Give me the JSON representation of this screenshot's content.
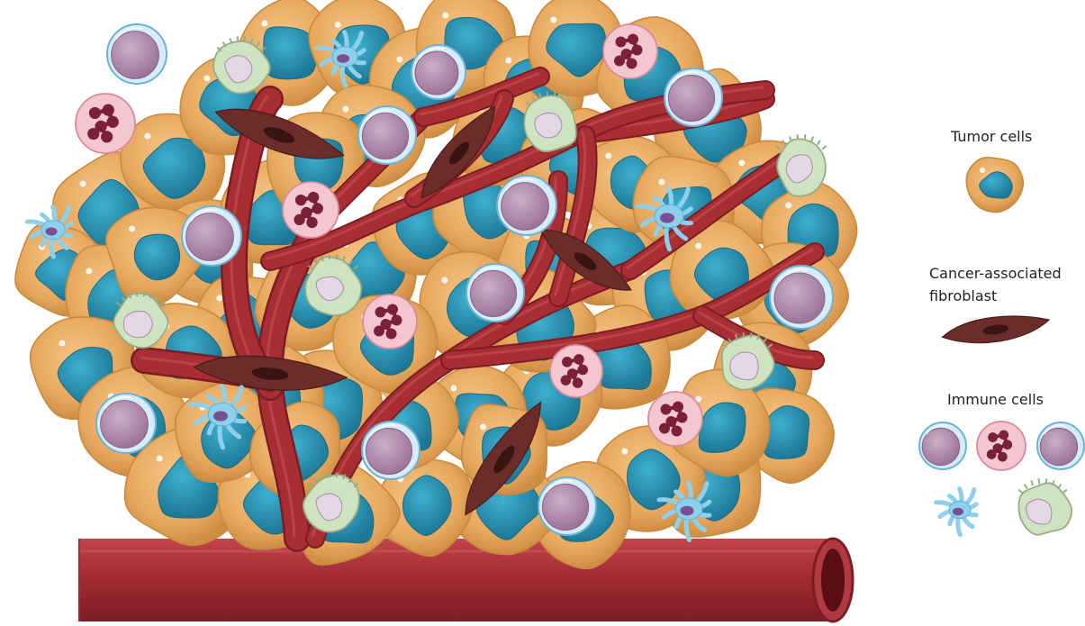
{
  "legend": {
    "tumor_cells": "Tumor cells",
    "caf_line1": "Cancer-associated",
    "caf_line2": "fibroblast",
    "immune_cells": "Immune cells"
  },
  "colors": {
    "tumor_cytoplasm": "#e7a95f",
    "tumor_outline": "#c98a3e",
    "tumor_nucleus": "#2a8fb0",
    "vessel": "#a82e34",
    "vessel_dark": "#7d1e24",
    "fibroblast": "#6b2d2a",
    "lymphocyte_ring": "#a9d4ee",
    "lymphocyte_core": "#b68fb0",
    "neutrophil": "#f4c6cf",
    "neutrophil_nucleus": "#7a2138",
    "dendritic": "#8ed0ec",
    "macrophage": "#cfe3c0"
  },
  "icons": [
    "tumor-cell-icon",
    "fibroblast-icon",
    "lymphocyte-icon",
    "neutrophil-icon",
    "dendritic-cell-icon",
    "macrophage-icon",
    "blood-vessel-icon"
  ]
}
